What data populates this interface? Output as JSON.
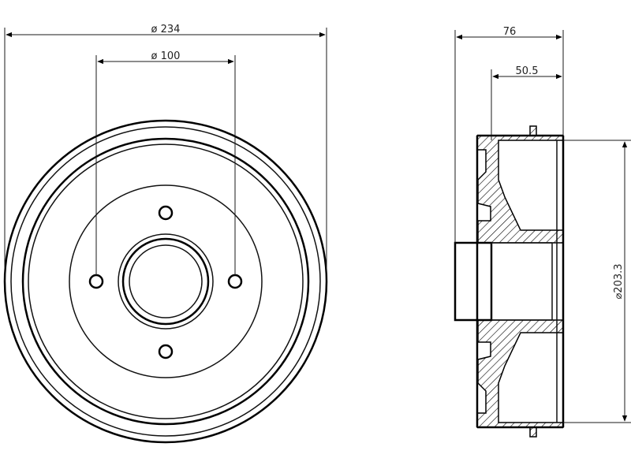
{
  "front_view": {
    "outer_diameter_label": "ø 234",
    "bolt_circle_label": "ø 100"
  },
  "side_view": {
    "total_width_label": "76",
    "inner_depth_label": "50.5",
    "braking_diameter_label": "⌀203.3"
  },
  "colors": {
    "line": "#000000",
    "background": "#ffffff"
  }
}
